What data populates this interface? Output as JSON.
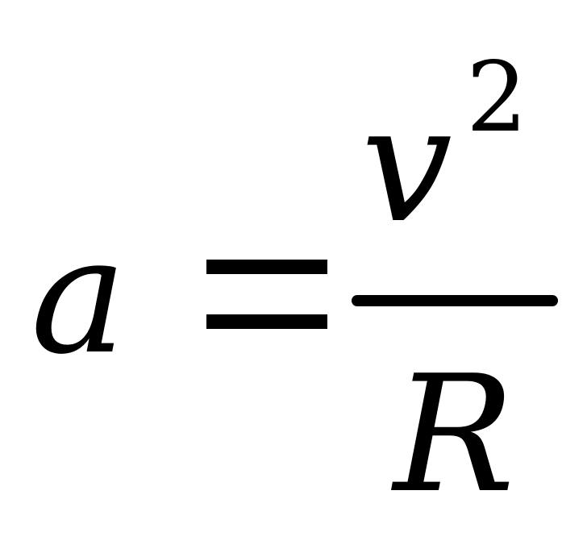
{
  "formula": {
    "lhs": "a",
    "equals": "=",
    "numerator": "v",
    "exponent": "2",
    "denominator": "R"
  }
}
